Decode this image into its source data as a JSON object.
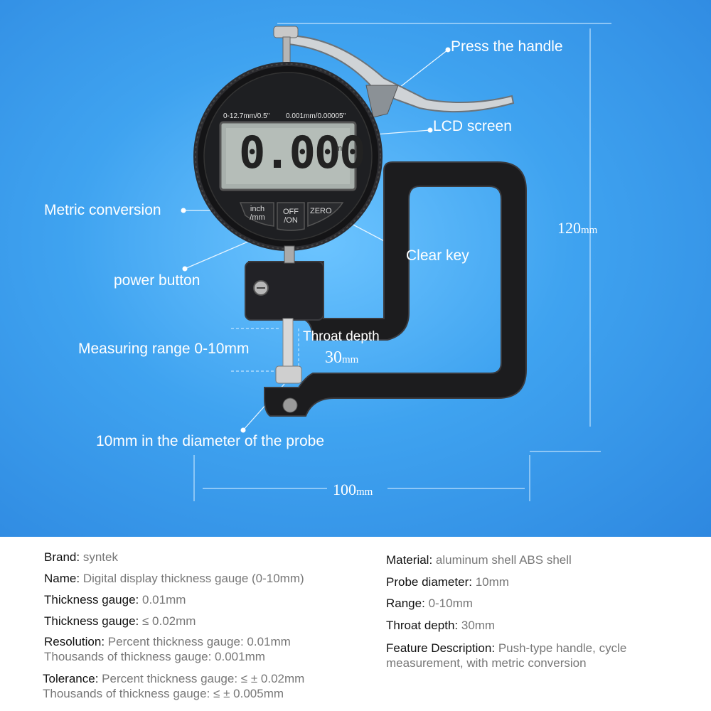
{
  "callouts": {
    "press_handle": "Press the handle",
    "lcd_screen": "LCD screen",
    "metric_conversion": "Metric conversion",
    "clear_key": "Clear key",
    "power_button": "power button",
    "measuring_range": "Measuring range 0-10mm",
    "probe_diameter": "10mm in the diameter of the probe"
  },
  "dimensions": {
    "height_value": "120",
    "height_unit": "mm",
    "width_value": "100",
    "width_unit": "mm",
    "throat_label": "Throat depth",
    "throat_value": "30",
    "throat_unit": "mm"
  },
  "gauge": {
    "range_text": "0-12.7mm/0.5\"",
    "resolution_text": "0.001mm/0.00005\"",
    "display_value": "0.000",
    "display_unit": "mm",
    "btn_inch_line1": "inch",
    "btn_inch_line2": "/mm",
    "btn_off_line1": "OFF",
    "btn_off_line2": "/ON",
    "btn_zero": "ZERO"
  },
  "specs": {
    "left": [
      {
        "key": "Brand:",
        "value": "syntek"
      },
      {
        "key": "Name:",
        "value": "Digital display thickness gauge (0-10mm)"
      },
      {
        "key": "Thickness gauge:",
        "value": "0.01mm"
      },
      {
        "key": "Thickness gauge:",
        "value": "≤ 0.02mm"
      },
      {
        "key": "Resolution:",
        "value": "Percent thickness gauge: 0.01mm",
        "value2": "Thousands of thickness gauge: 0.001mm"
      },
      {
        "key": "Tolerance:",
        "value": "Percent thickness gauge: ≤ ± 0.02mm",
        "value2": "Thousands of thickness gauge: ≤ ± 0.005mm"
      }
    ],
    "right": [
      {
        "key": "Material:",
        "value": "aluminum shell ABS shell"
      },
      {
        "key": "Probe diameter:",
        "value": "10mm"
      },
      {
        "key": "Range:",
        "value": "0-10mm"
      },
      {
        "key": "Throat depth:",
        "value": "30mm"
      },
      {
        "key": "Feature Description:",
        "value": "Push-type handle,  cycle",
        "value2": "measurement, with metric conversion"
      }
    ]
  },
  "colors": {
    "background": "#3fa3f0",
    "gauge_body": "#1c1c1e",
    "lcd": "#a8b0ac",
    "text_light": "#ffffff",
    "spec_value": "#777777"
  }
}
